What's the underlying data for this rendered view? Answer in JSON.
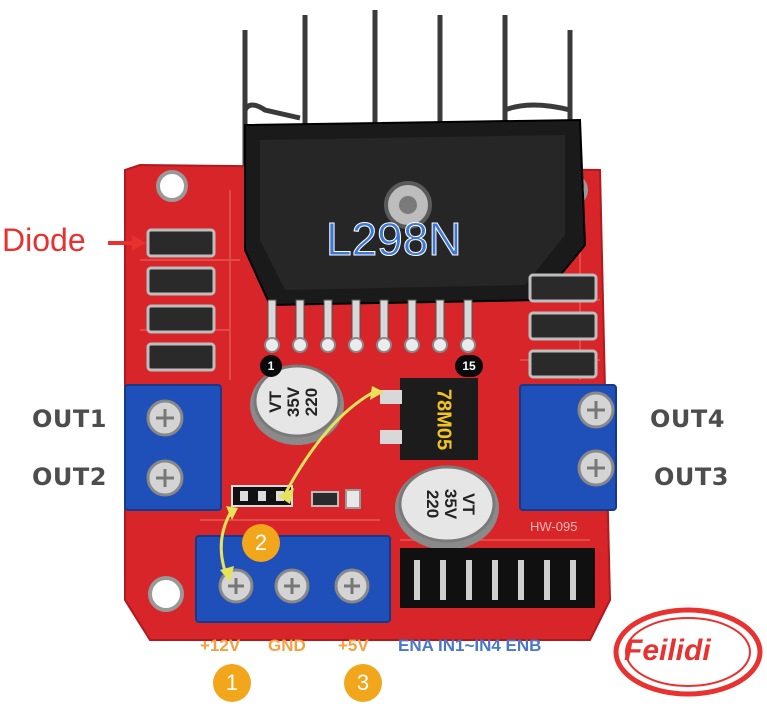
{
  "chip": {
    "name": "L298N",
    "pin_start": "1",
    "pin_end": "15"
  },
  "regulator": {
    "label": "78M05"
  },
  "capacitor": {
    "line1": "VT",
    "line2": "35V",
    "line3": "220"
  },
  "board": {
    "model": "HW-095"
  },
  "diode": {
    "label": "Diode"
  },
  "outputs": {
    "out1": "OUT1",
    "out2": "OUT2",
    "out3": "OUT3",
    "out4": "OUT4"
  },
  "power": {
    "v12": "+12V",
    "gnd": "GND",
    "v5": "+5V"
  },
  "control": {
    "label": "ENA IN1~IN4 ENB"
  },
  "markers": {
    "m1": "1",
    "m2": "2",
    "m3": "3"
  },
  "logo": {
    "text": "Feilidi"
  },
  "colors": {
    "pcb": "#d8252a",
    "terminal": "#1f4fb8",
    "label_orange": "#f4a040",
    "label_blue": "#4a78c8",
    "marker": "#f2a61c",
    "diode_label": "#e8322f"
  }
}
